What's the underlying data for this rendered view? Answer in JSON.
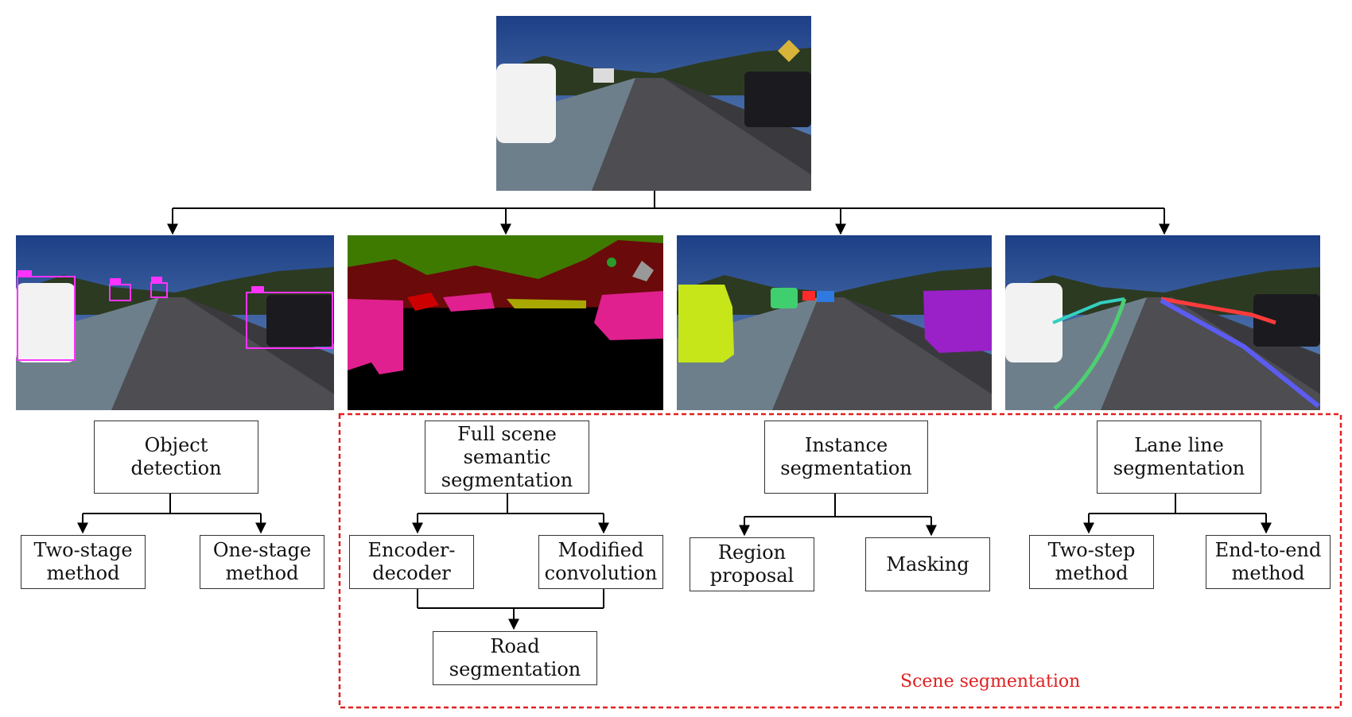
{
  "images": {
    "top": "road-scene",
    "object_detection": "road-scene-with-bounding-boxes",
    "semantic": "semantic-segmentation-mask",
    "instance": "road-scene-with-instance-masks",
    "lane": "road-scene-with-lane-lines"
  },
  "nodes": {
    "object_detection": "Object detection",
    "full_scene": "Full scene semantic segmentation",
    "instance": "Instance segmentation",
    "lane_line": "Lane line segmentation",
    "two_stage": "Two-stage method",
    "one_stage": "One-stage method",
    "encoder_decoder": "Encoder-decoder",
    "modified_convolution": "Modified convolution",
    "road_segmentation": "Road segmentation",
    "region_proposal": "Region proposal",
    "masking": "Masking",
    "two_step": "Two-step method",
    "end_to_end": "End-to-end method"
  },
  "group_label": "Scene segmentation",
  "colors": {
    "group_border": "#e02020",
    "connector": "#000000",
    "box_border": "#333333"
  }
}
